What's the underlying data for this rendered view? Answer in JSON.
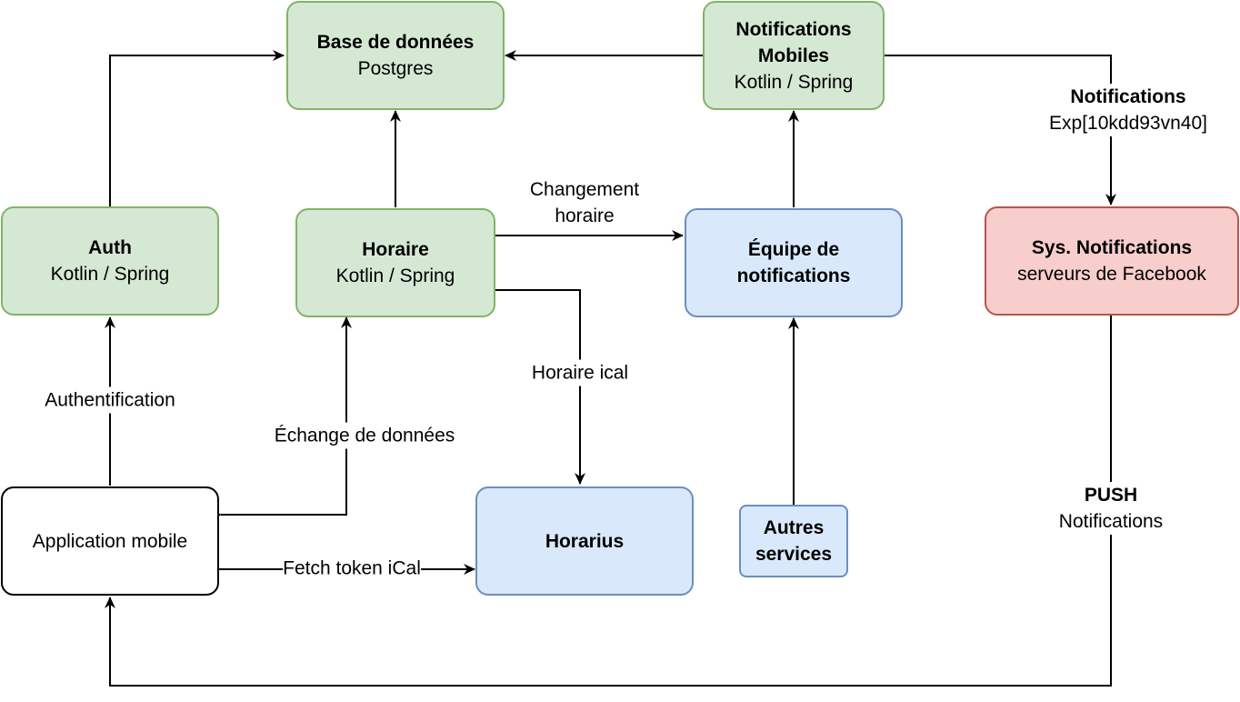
{
  "nodes": {
    "db": {
      "title": "Base de données",
      "subtitle": "Postgres"
    },
    "notif_mobiles": {
      "title": "Notifications Mobiles",
      "subtitle": "Kotlin / Spring"
    },
    "auth": {
      "title": "Auth",
      "subtitle": "Kotlin / Spring"
    },
    "horaire": {
      "title": "Horaire",
      "subtitle": "Kotlin / Spring"
    },
    "equipe": {
      "title": "Équipe de notifications"
    },
    "sys_notif": {
      "title": "Sys. Notifications",
      "subtitle": "serveurs de Facebook"
    },
    "app": {
      "title": "Application mobile"
    },
    "horarius": {
      "title": "Horarius"
    },
    "autres": {
      "title": "Autres services"
    }
  },
  "edge_labels": {
    "changement": "Changement horaire",
    "horaire_ical": "Horaire ical",
    "authentification": "Authentification",
    "echange": "Échange de données",
    "fetch": "Fetch token iCal",
    "notif_exp_title": "Notifications",
    "notif_exp_sub": "Exp[10kdd93vn40]",
    "push_title": "PUSH",
    "push_sub": "Notifications"
  },
  "colors": {
    "green_fill": "#d5e8d4",
    "green_stroke": "#82b366",
    "blue_fill": "#dae8fc",
    "blue_stroke": "#6c8ebf",
    "red_fill": "#f8cecc",
    "red_stroke": "#b85450",
    "edge": "#000000"
  }
}
